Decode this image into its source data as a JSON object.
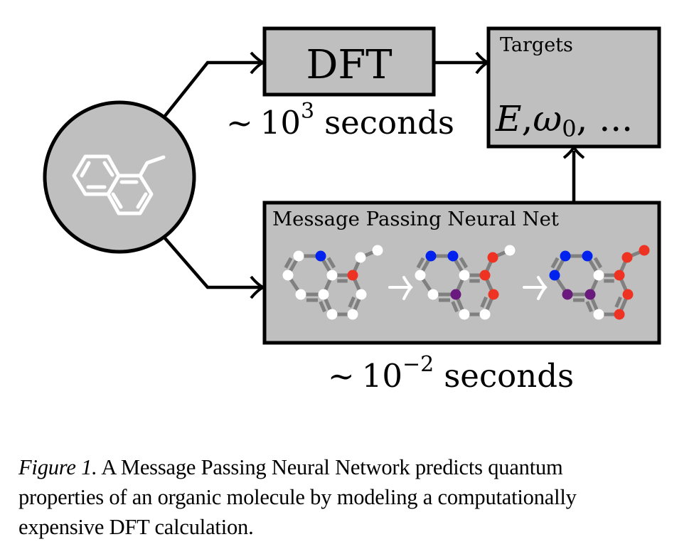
{
  "diagram": {
    "input_molecule": "naphthalene-with-ethyl-substituent",
    "dft_box": {
      "label": "DFT"
    },
    "dft_time": {
      "prefix": "~",
      "base": "10",
      "exponent": "3",
      "unit": "seconds"
    },
    "targets_box": {
      "title": "Targets",
      "formula_E": "E",
      "formula_sep1": ",",
      "formula_omega": "ω",
      "formula_sub": "0",
      "formula_rest": ", ..."
    },
    "mpnn_box": {
      "title": "Message Passing Neural Net"
    },
    "mpnn_time": {
      "prefix": "~",
      "base": "10",
      "exponent": "−2",
      "unit": "seconds"
    },
    "colors": {
      "box_fill": "#bfbfbf",
      "stroke": "#000000",
      "bond": "#808080",
      "node_white": "#ffffff",
      "node_blue": "#0022ee",
      "node_red": "#ee3322",
      "node_purple": "#6a1a7e"
    },
    "message_passing_steps": [
      {
        "step": 0,
        "node_colors": [
          "white",
          "blue",
          "white",
          "white",
          "white",
          "white",
          "red",
          "white",
          "white",
          "white",
          "white",
          "white"
        ]
      },
      {
        "step": 1,
        "node_colors": [
          "blue",
          "blue",
          "white",
          "white",
          "white",
          "purple",
          "red",
          "red",
          "red",
          "white",
          "white",
          "white"
        ]
      },
      {
        "step": 2,
        "node_colors": [
          "blue",
          "blue",
          "blue",
          "white",
          "purple",
          "purple",
          "red",
          "red",
          "red",
          "red",
          "white",
          "red"
        ]
      }
    ]
  },
  "caption": {
    "figure_label": "Figure 1.",
    "line1": "A Message Passing Neural Network predicts quantum",
    "line2": "properties of an organic molecule by modeling a computationally",
    "line3": "expensive DFT calculation."
  }
}
